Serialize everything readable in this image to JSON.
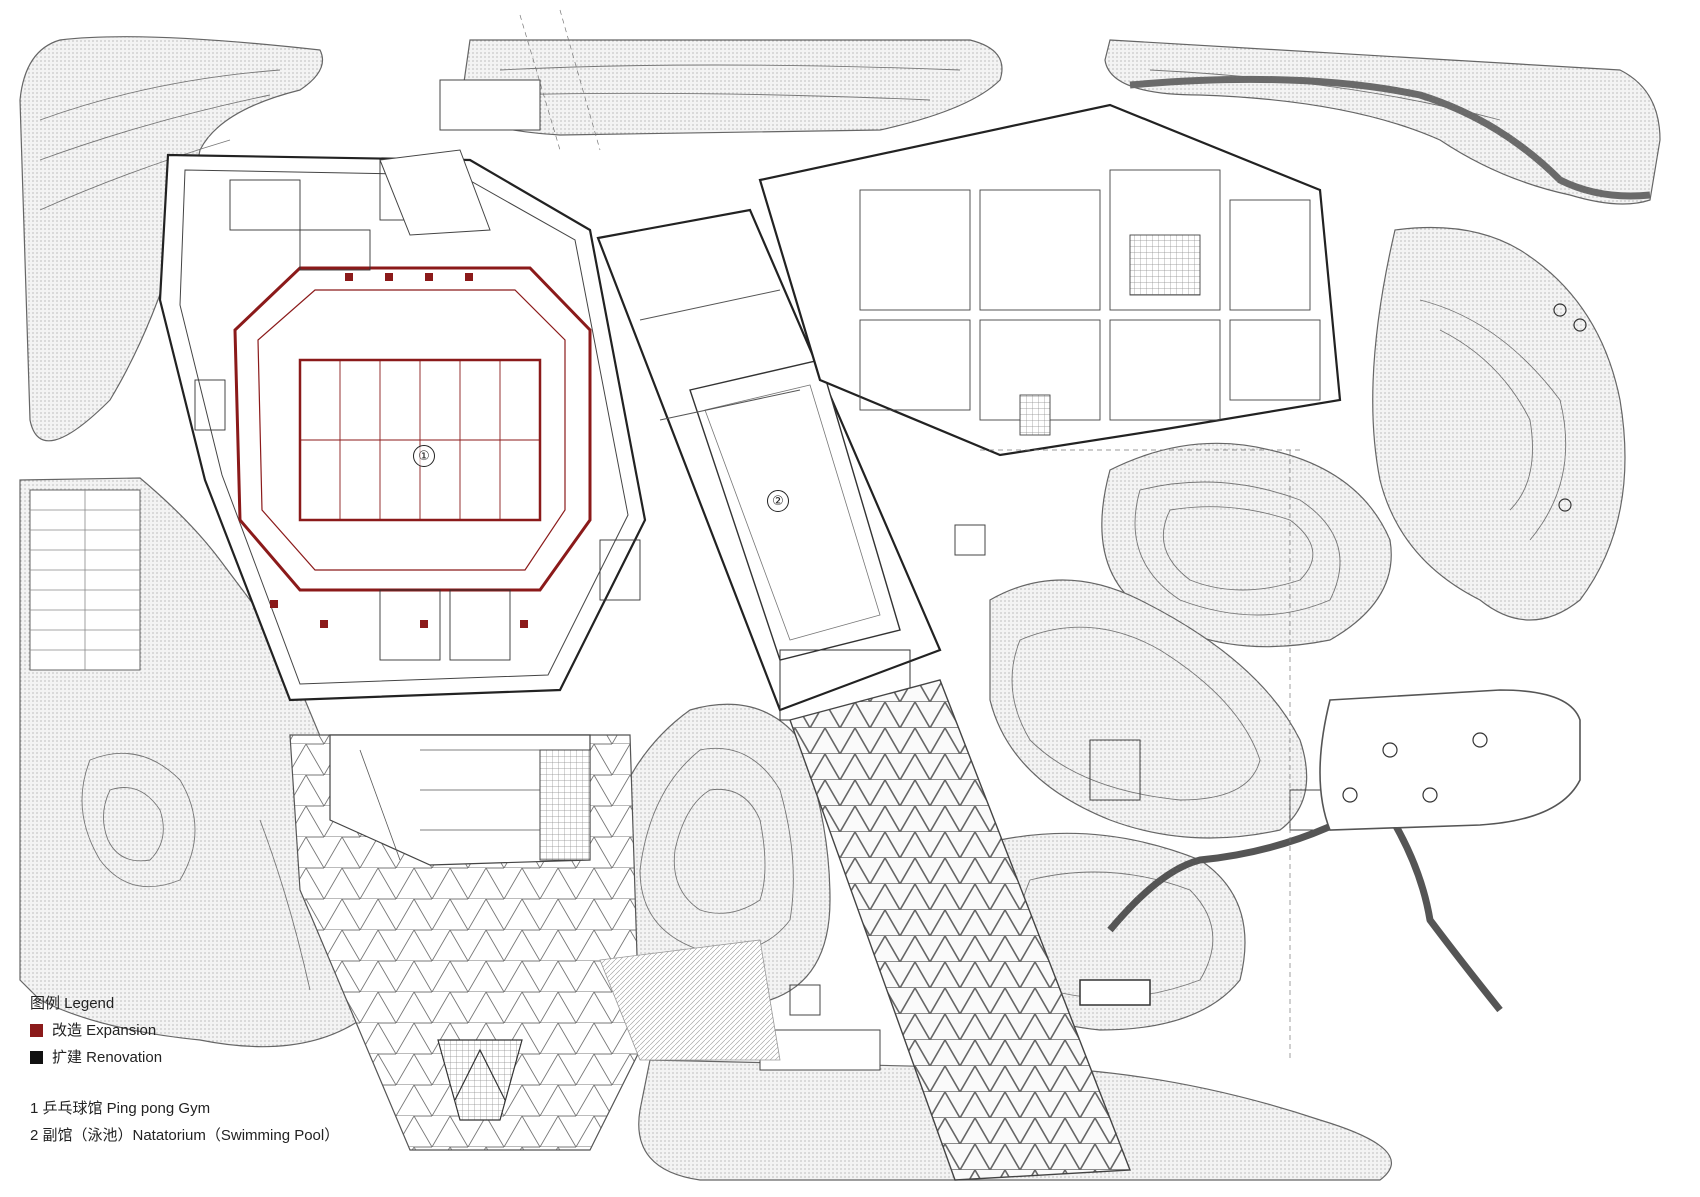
{
  "legend": {
    "title": "图例 Legend",
    "expansion": {
      "label": "改造 Expansion",
      "color": "#8b1a1a"
    },
    "renovation": {
      "label": "扩建 Renovation",
      "color": "#111111"
    },
    "items": [
      "1 乒乓球馆 Ping pong Gym",
      "2 副馆（泳池）Natatorium（Swimming Pool）"
    ]
  },
  "markers": {
    "one": "①",
    "two": "②"
  },
  "colors": {
    "terrain_fill": "#ebebeb",
    "line": "#555555",
    "expansion": "#8b1a1a"
  }
}
